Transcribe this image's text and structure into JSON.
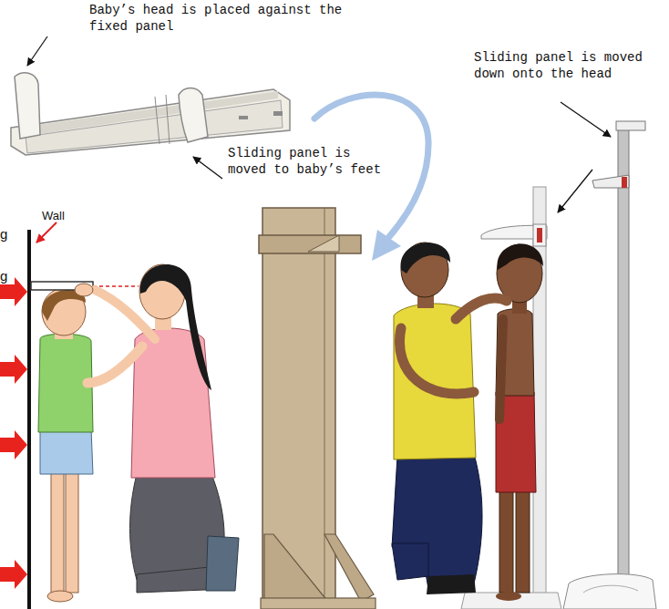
{
  "diagram": {
    "labels": [
      "Baby’s head is placed against the fixed panel",
      "Sliding panel is moved to baby’s feet",
      "Sliding panel is moved down onto the head",
      "Wall",
      "g",
      "g"
    ]
  }
}
